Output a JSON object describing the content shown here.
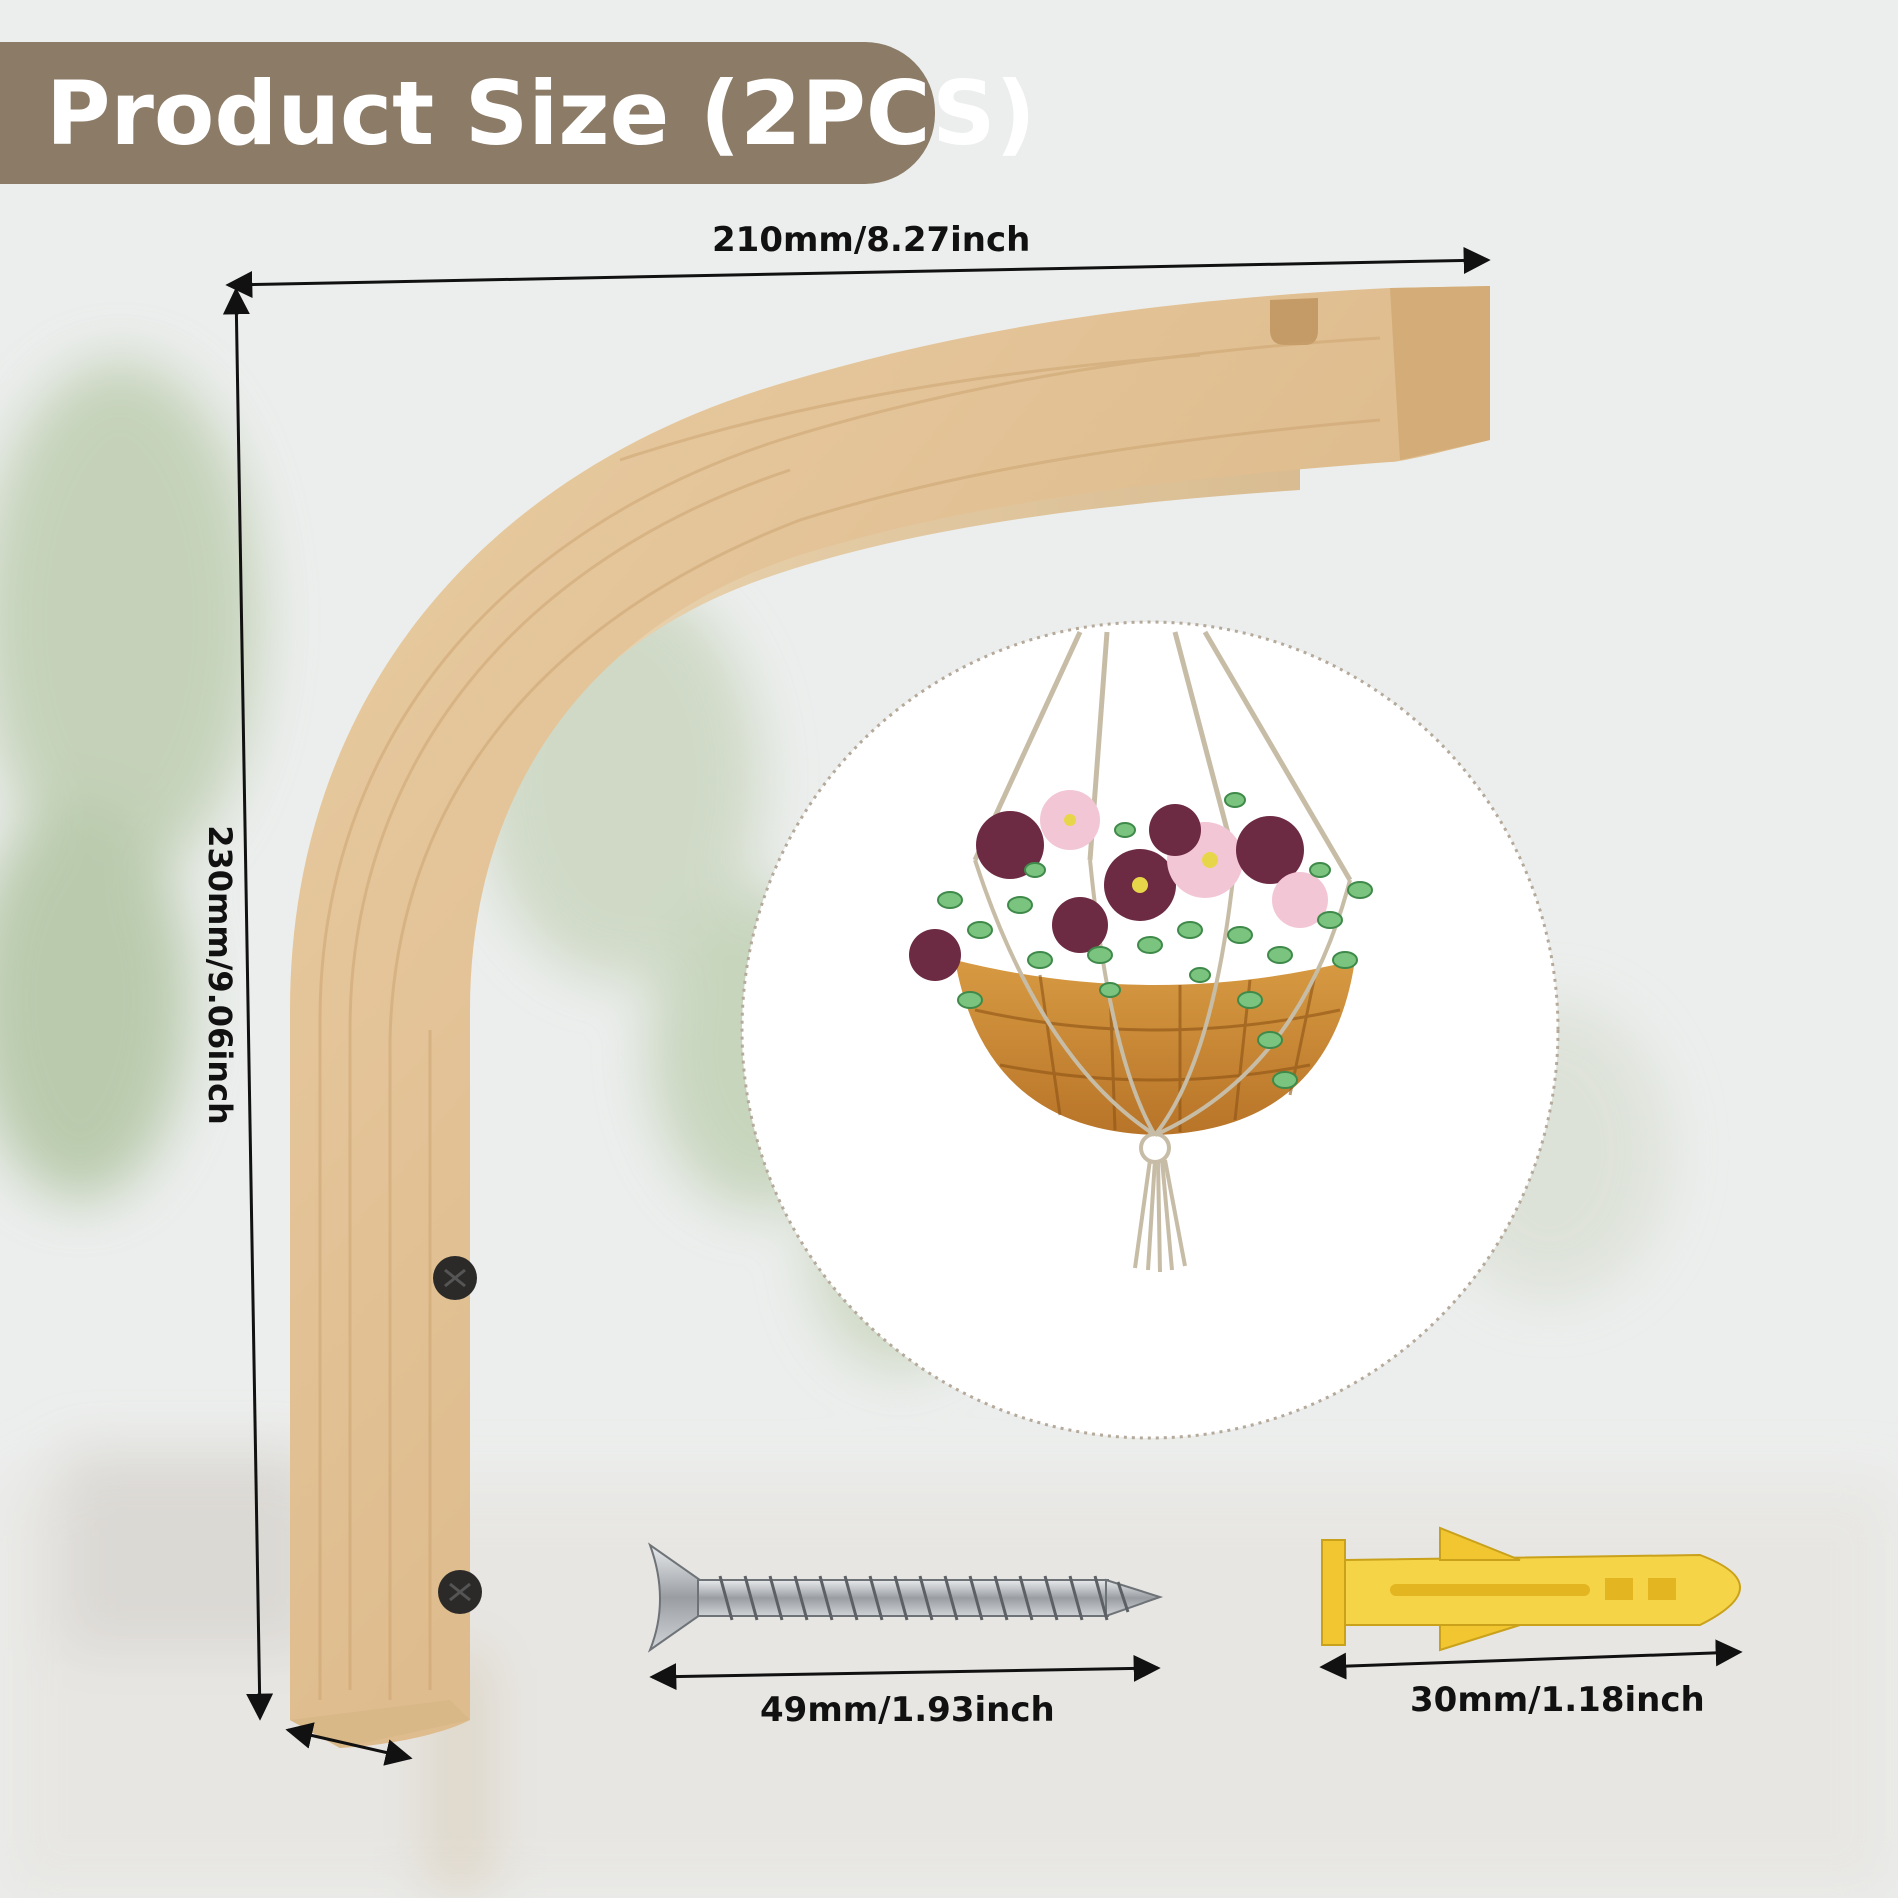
{
  "banner": {
    "title": "Product Size (2PCS)"
  },
  "dimensions": {
    "width": "210mm/8.27inch",
    "height": "230mm/9.06inch",
    "screw_length": "49mm/1.93inch",
    "anchor_length": "30mm/1.18inch"
  },
  "colors": {
    "banner": "#8b7b67",
    "wood": "#e3c49a",
    "wood_dark": "#caa577",
    "anchor": "#f3cf3a",
    "screw": "#b9bcc0"
  }
}
